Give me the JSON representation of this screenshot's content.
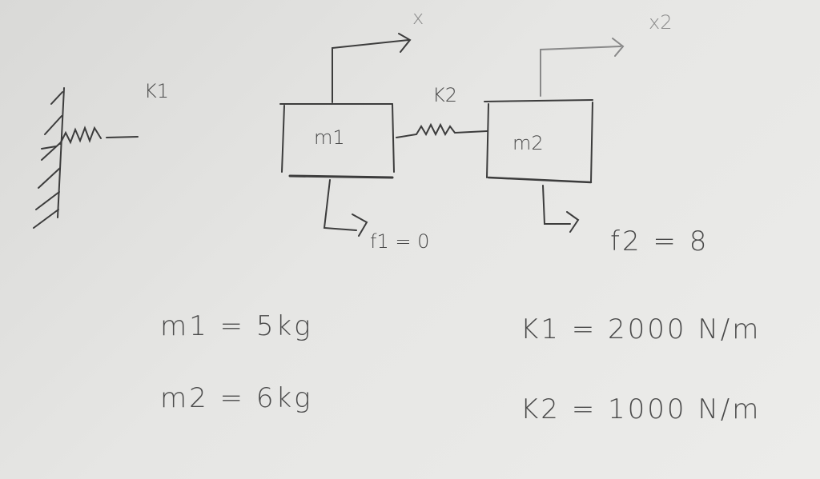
{
  "diagram": {
    "labels": {
      "x1": "x",
      "x2": "x2",
      "k1": "K1",
      "k2": "K2",
      "m1": "m1",
      "m2": "m2",
      "f1": "f1 = 0",
      "f2": "f2 = 8"
    },
    "givens": {
      "m1": "m1 = 5kg",
      "m2": "m2 = 6kg",
      "k1": "K1 = 2000 N/m",
      "k2": "K2 = 1000 N/m"
    },
    "ink_color": "#3c3c3c"
  }
}
